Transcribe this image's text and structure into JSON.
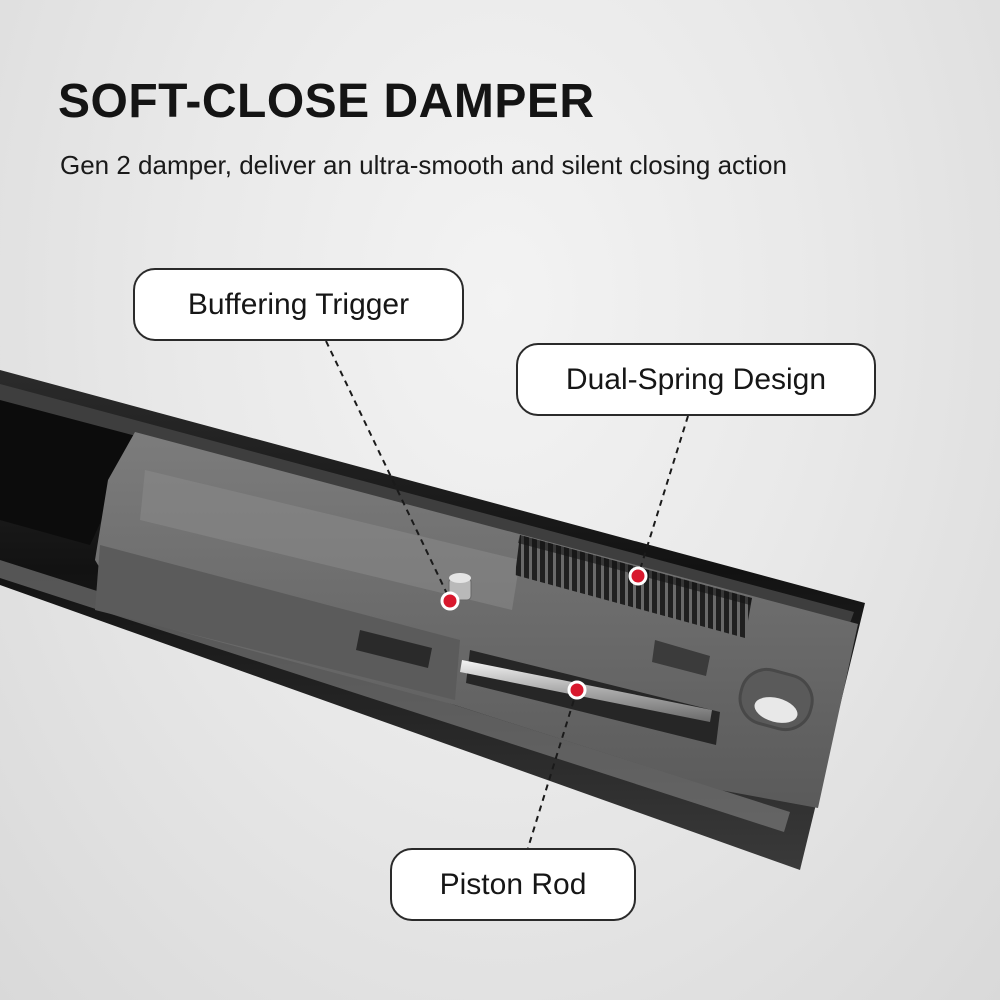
{
  "header": {
    "title": "SOFT-CLOSE DAMPER",
    "subtitle": "Gen 2 damper, deliver an ultra-smooth and silent closing action"
  },
  "callouts": [
    {
      "label": "Buffering Trigger"
    },
    {
      "label": "Dual-Spring Design"
    },
    {
      "label": "Piston Rod"
    }
  ],
  "colors": {
    "marker": "#d8182d",
    "rail": "#1e1e1e",
    "housing": "#6c6c6c"
  }
}
